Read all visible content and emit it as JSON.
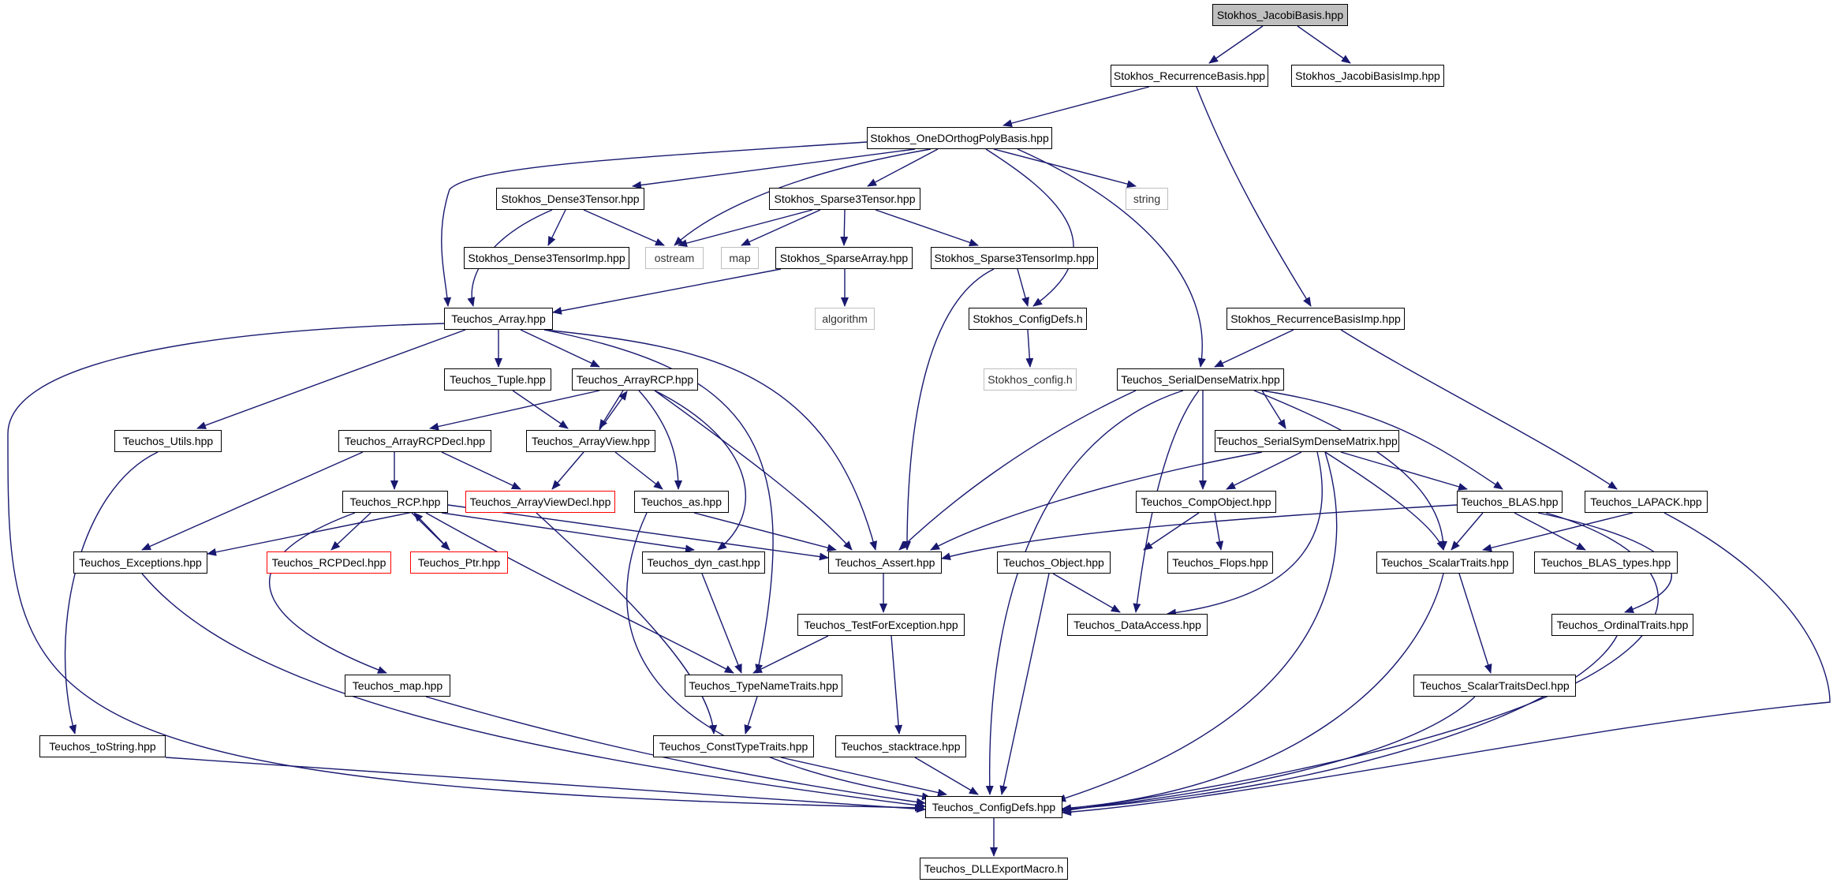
{
  "graph": {
    "edge_color": "#191970",
    "root_fill": "#bfbfbf",
    "external_border": "#bfbfbf",
    "truncated_border": "#ff0000",
    "nodes": {
      "jacobi": "Stokhos_JacobiBasis.hpp",
      "recurrence": "Stokhos_RecurrenceBasis.hpp",
      "jacobi_imp": "Stokhos_JacobiBasisImp.hpp",
      "onedortho": "Stokhos_OneDOrthogPolyBasis.hpp",
      "dense3": "Stokhos_Dense3Tensor.hpp",
      "sparse3": "Stokhos_Sparse3Tensor.hpp",
      "string": "string",
      "dense3_imp": "Stokhos_Dense3TensorImp.hpp",
      "ostream": "ostream",
      "map": "map",
      "sparse_array": "Stokhos_SparseArray.hpp",
      "sparse3_imp": "Stokhos_Sparse3TensorImp.hpp",
      "array": "Teuchos_Array.hpp",
      "algorithm": "algorithm",
      "configdefs_h": "Stokhos_ConfigDefs.h",
      "recurrence_imp": "Stokhos_RecurrenceBasisImp.hpp",
      "config_h": "Stokhos_config.h",
      "tuple": "Teuchos_Tuple.hpp",
      "arrayrcp": "Teuchos_ArrayRCP.hpp",
      "serial_dense": "Teuchos_SerialDenseMatrix.hpp",
      "utils": "Teuchos_Utils.hpp",
      "arrayrcp_decl": "Teuchos_ArrayRCPDecl.hpp",
      "arrayview": "Teuchos_ArrayView.hpp",
      "serial_sym": "Teuchos_SerialSymDenseMatrix.hpp",
      "rcp": "Teuchos_RCP.hpp",
      "arrayview_decl": "Teuchos_ArrayViewDecl.hpp",
      "as": "Teuchos_as.hpp",
      "comp_object": "Teuchos_CompObject.hpp",
      "blas": "Teuchos_BLAS.hpp",
      "lapack": "Teuchos_LAPACK.hpp",
      "exceptions": "Teuchos_Exceptions.hpp",
      "rcp_decl": "Teuchos_RCPDecl.hpp",
      "ptr": "Teuchos_Ptr.hpp",
      "dyn_cast": "Teuchos_dyn_cast.hpp",
      "assert": "Teuchos_Assert.hpp",
      "object": "Teuchos_Object.hpp",
      "flops": "Teuchos_Flops.hpp",
      "scalar_traits": "Teuchos_ScalarTraits.hpp",
      "blas_types": "Teuchos_BLAS_types.hpp",
      "test_exception": "Teuchos_TestForException.hpp",
      "data_access": "Teuchos_DataAccess.hpp",
      "ordinal_traits": "Teuchos_OrdinalTraits.hpp",
      "map_hpp": "Teuchos_map.hpp",
      "typename_traits": "Teuchos_TypeNameTraits.hpp",
      "scalar_traits_decl": "Teuchos_ScalarTraitsDecl.hpp",
      "tostring": "Teuchos_toString.hpp",
      "const_type_traits": "Teuchos_ConstTypeTraits.hpp",
      "stacktrace": "Teuchos_stacktrace.hpp",
      "teuchos_configdefs": "Teuchos_ConfigDefs.hpp",
      "dll_export": "Teuchos_DLLExportMacro.h"
    }
  }
}
